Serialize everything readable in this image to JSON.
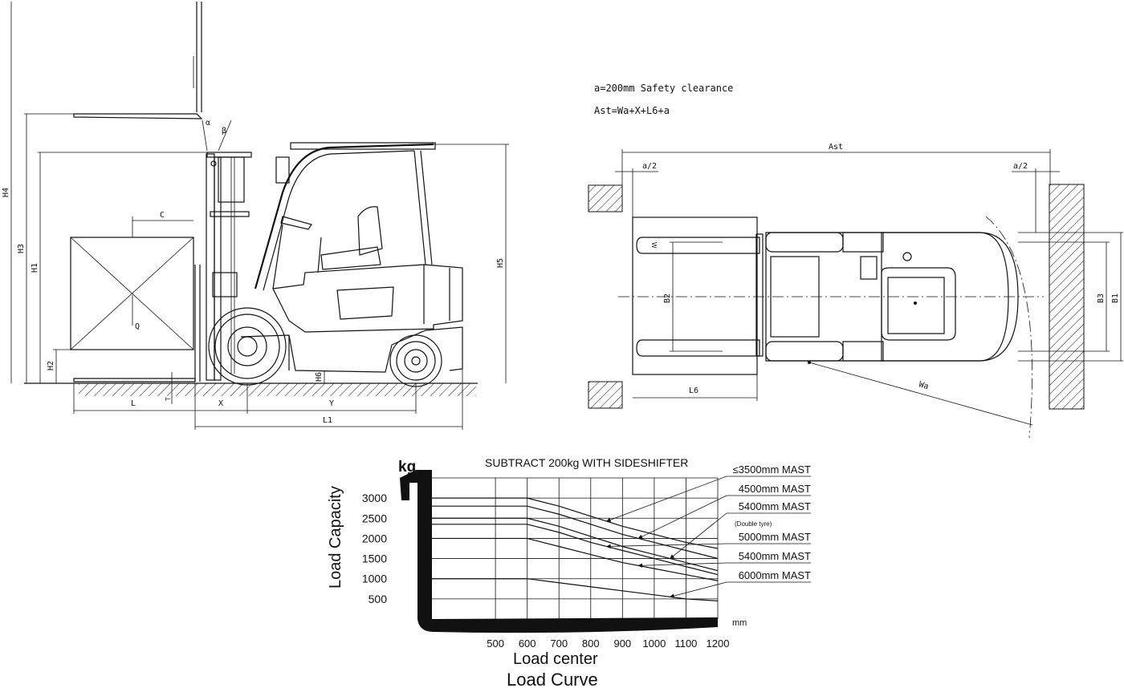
{
  "notes": {
    "clearance": "a=200mm Safety clearance",
    "formula": "Ast=Wa+X+L6+a"
  },
  "side_view": {
    "dims": {
      "H4": "H4",
      "H3": "H3",
      "H1": "H1",
      "H2": "H2",
      "H5": "H5",
      "H6": "H6",
      "C": "C",
      "Q": "Q",
      "L": "L",
      "X": "X",
      "Y": "Y",
      "L1": "L1",
      "T": "T",
      "alpha": "α",
      "beta": "β"
    }
  },
  "top_view": {
    "dims": {
      "Ast": "Ast",
      "a2_left": "a/2",
      "a2_right": "a/2",
      "L6": "L6",
      "B2": "B2",
      "B3": "B3",
      "B1": "B1",
      "Wa": "Wa",
      "W": "W"
    }
  },
  "chart_data": {
    "type": "line",
    "title": "SUBTRACT 200kg WITH SIDESHIFTER",
    "xlabel": "Load center",
    "x_unit": "mm",
    "ylabel": "Load Capacity",
    "y_unit": "kg",
    "caption": "Load Curve",
    "x": [
      500,
      600,
      700,
      800,
      900,
      1000,
      1100,
      1200
    ],
    "xlim": [
      300,
      1200
    ],
    "ylim": [
      0,
      3500
    ],
    "y_ticks": [
      500,
      1000,
      1500,
      2000,
      2500,
      3000
    ],
    "grid": true,
    "series": [
      {
        "name": "≤3500mm MAST",
        "values": [
          3000,
          3000,
          2800,
          2550,
          2300,
          2100,
          1900,
          1750
        ]
      },
      {
        "name": "4500mm MAST",
        "values": [
          2800,
          2800,
          2600,
          2350,
          2100,
          1900,
          1700,
          1500
        ]
      },
      {
        "name": "5400mm MAST",
        "note": "(Double tyre)",
        "values": [
          2500,
          2500,
          2300,
          2050,
          1800,
          1600,
          1400,
          1200
        ]
      },
      {
        "name": "5000mm MAST",
        "values": [
          2350,
          2350,
          2150,
          1900,
          1700,
          1500,
          1300,
          1100
        ]
      },
      {
        "name": "5400mm MAST",
        "values": [
          2000,
          2000,
          1800,
          1600,
          1400,
          1250,
          1100,
          950
        ]
      },
      {
        "name": "6000mm MAST",
        "values": [
          1000,
          1000,
          900,
          800,
          700,
          600,
          500,
          450
        ]
      }
    ]
  }
}
